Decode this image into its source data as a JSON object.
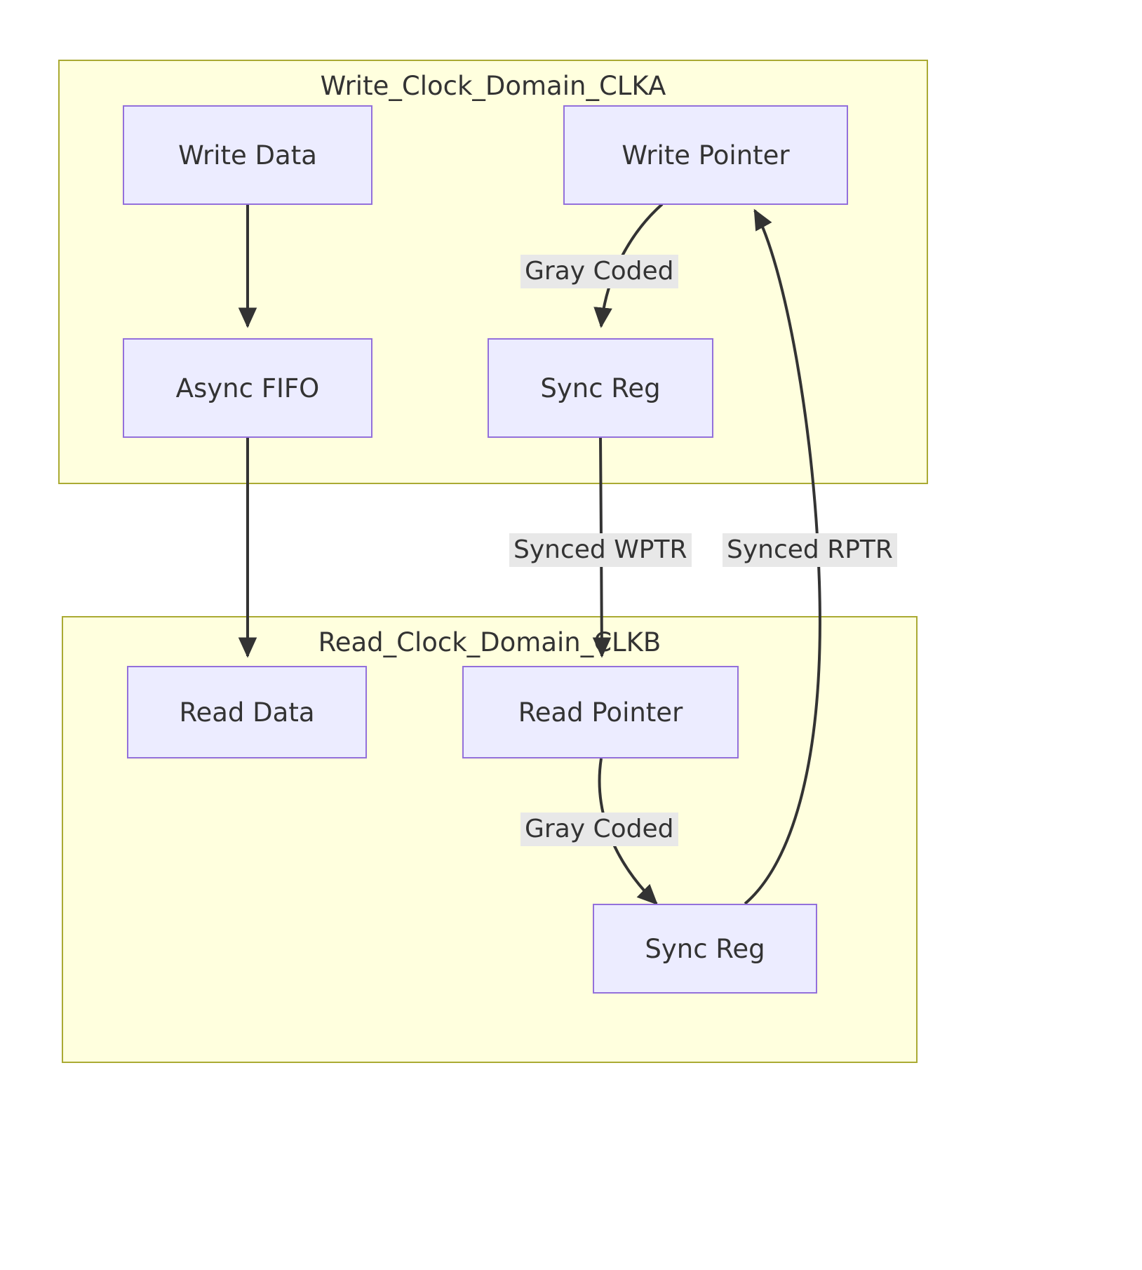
{
  "diagram": {
    "type": "flowchart",
    "title_write_domain": "Write_Clock_Domain_CLKA",
    "title_read_domain": "Read_Clock_Domain_CLKB",
    "colors": {
      "subgraph_fill": "#ffffde",
      "subgraph_border": "#aaaa33",
      "node_fill": "#ececff",
      "node_border": "#9370db",
      "edge_stroke": "#333333",
      "edge_label_bg": "#e8e8e8",
      "text": "#333333",
      "page_bg": "#ffffff"
    },
    "nodes": {
      "write_data": "Write Data",
      "write_pointer": "Write Pointer",
      "async_fifo": "Async FIFO",
      "sync_reg_write": "Sync Reg",
      "read_data": "Read Data",
      "read_pointer": "Read Pointer",
      "sync_reg_read": "Sync Reg"
    },
    "edge_labels": {
      "gray_coded_write": "Gray Coded",
      "synced_wptr": "Synced WPTR",
      "synced_rptr": "Synced RPTR",
      "gray_coded_read": "Gray Coded"
    },
    "edges": [
      {
        "from": "write_data",
        "to": "async_fifo",
        "label": ""
      },
      {
        "from": "write_pointer",
        "to": "sync_reg_write",
        "label": "Gray Coded"
      },
      {
        "from": "async_fifo",
        "to": "read_data",
        "label": ""
      },
      {
        "from": "sync_reg_write",
        "to": "read_pointer",
        "label": "Synced WPTR"
      },
      {
        "from": "read_pointer",
        "to": "sync_reg_read",
        "label": "Gray Coded"
      },
      {
        "from": "sync_reg_read",
        "to": "write_pointer",
        "label": "Synced RPTR"
      }
    ]
  }
}
